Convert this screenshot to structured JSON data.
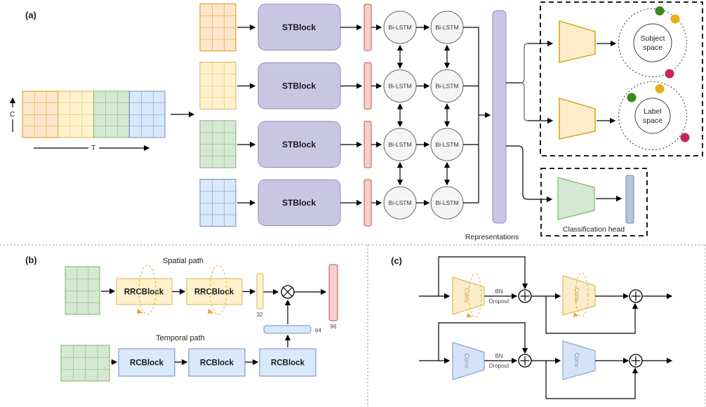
{
  "colors": {
    "orange_fill": "#ffe6cc",
    "orange_stroke": "#d79b00",
    "yellow_fill": "#fff2cc",
    "yellow_stroke": "#d6b656",
    "green_fill": "#d5e8d4",
    "green_stroke": "#82b366",
    "blue_fill": "#dae8fc",
    "blue_stroke": "#6c8ebf",
    "purple_fill": "#c8c6e3",
    "purple_stroke": "#8f8bbd",
    "salmon_fill": "#f8cecc",
    "salmon_stroke": "#b85450",
    "lstm_fill": "#f5f5f5",
    "lstm_stroke": "#666666",
    "head_bar_fill": "#b4c7da",
    "head_bar_stroke": "#6b8aa5",
    "trapezoid_cream_fill": "#ffeccb",
    "recurrence_dash": "#e0a93e",
    "dot_green": "#3a8a1c",
    "dot_yellow": "#e6b219",
    "dot_crimson": "#c9235f"
  },
  "panel_a": {
    "label": "(a)",
    "axis_c": "C",
    "axis_t": "T",
    "stblock_label": "STBlock",
    "bilstm_label": "Bi-LSTM",
    "representations_label": "Representations",
    "subject_space": [
      "Subject",
      "space"
    ],
    "label_space": [
      "Label",
      "space"
    ],
    "classification_head_label": "Classification head"
  },
  "panel_b": {
    "label": "(b)",
    "spatial_path_label": "Spatial path",
    "temporal_path_label": "Temporal path",
    "rrcblock_label": "RRCBlock",
    "rcblock_label": "RCBlock",
    "dim_32": "32",
    "dim_64": "64",
    "dim_96": "96"
  },
  "panel_c": {
    "label": "(c)",
    "conv_label": "Conv",
    "bn_label": "BN",
    "dropout_label": "Dropout"
  }
}
